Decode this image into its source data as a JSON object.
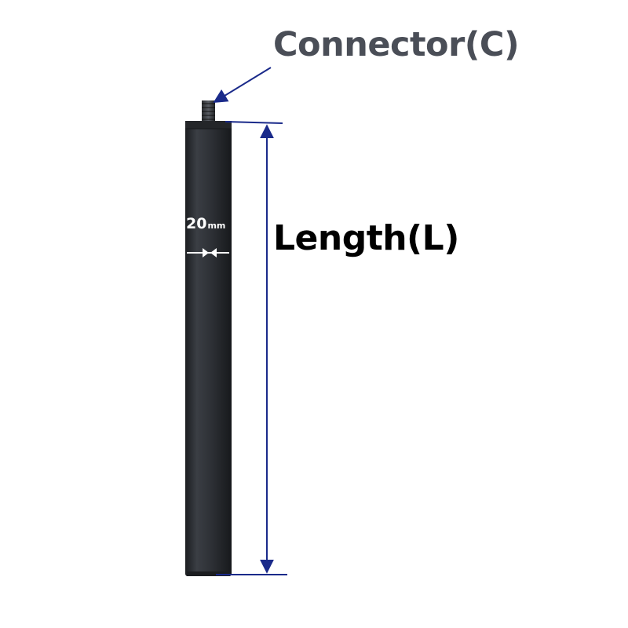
{
  "labels": {
    "connector": "Connector(C)",
    "length": "Length(L)",
    "diameter_value": "20",
    "diameter_unit": "mm"
  },
  "colors": {
    "dimension_line": "#1a2a8a",
    "rod_body": "#2c2f33",
    "connector_text": "#4a4e57",
    "length_text": "#000000",
    "diameter_text": "#ffffff"
  }
}
